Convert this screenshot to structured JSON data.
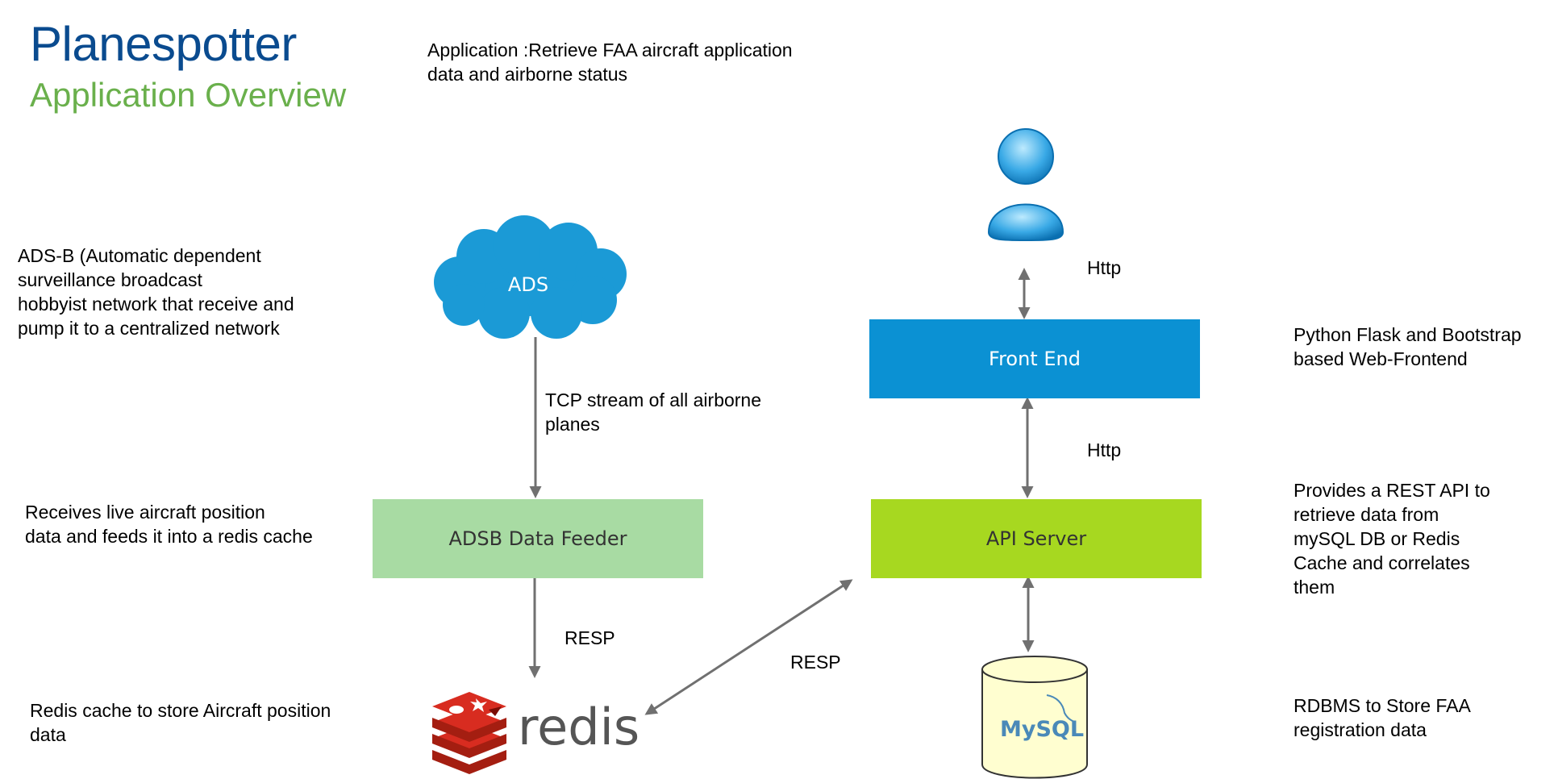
{
  "header": {
    "title": "Planespotter",
    "subtitle": "Application Overview",
    "description": "Application :Retrieve FAA aircraft application\ndata and airborne status"
  },
  "notes": {
    "adsb": "ADS-B (Automatic dependent\nsurveillance broadcast\nhobbyist network that receive and\npump it to a centralized network",
    "feeder": "Receives live aircraft position\ndata and feeds it into a redis cache",
    "redis": "Redis cache to store Aircraft position\ndata",
    "frontend": "Python Flask and Bootstrap\nbased Web-Frontend",
    "api": "Provides a REST API to\nretrieve data from\nmySQL DB or Redis\nCache and correlates\nthem",
    "mysql": "RDBMS to Store FAA\nregistration data"
  },
  "nodes": {
    "ads": "ADS",
    "feeder": "ADSB Data Feeder",
    "frontend": "Front End",
    "api": "API Server",
    "redis": "redis",
    "mysql": "MySQL"
  },
  "edges": {
    "tcp": "TCP stream of all airborne\nplanes",
    "resp1": "RESP",
    "resp2": "RESP",
    "http1": "Http",
    "http2": "Http"
  },
  "colors": {
    "title": "#0a4b8f",
    "subtitle": "#6ab04c",
    "cloud": "#1b9ad6",
    "frontend": "#0b91d3",
    "feeder": "#a8dba3",
    "api": "#a7d820",
    "redis": "#d82c20",
    "arrow": "#707070"
  }
}
